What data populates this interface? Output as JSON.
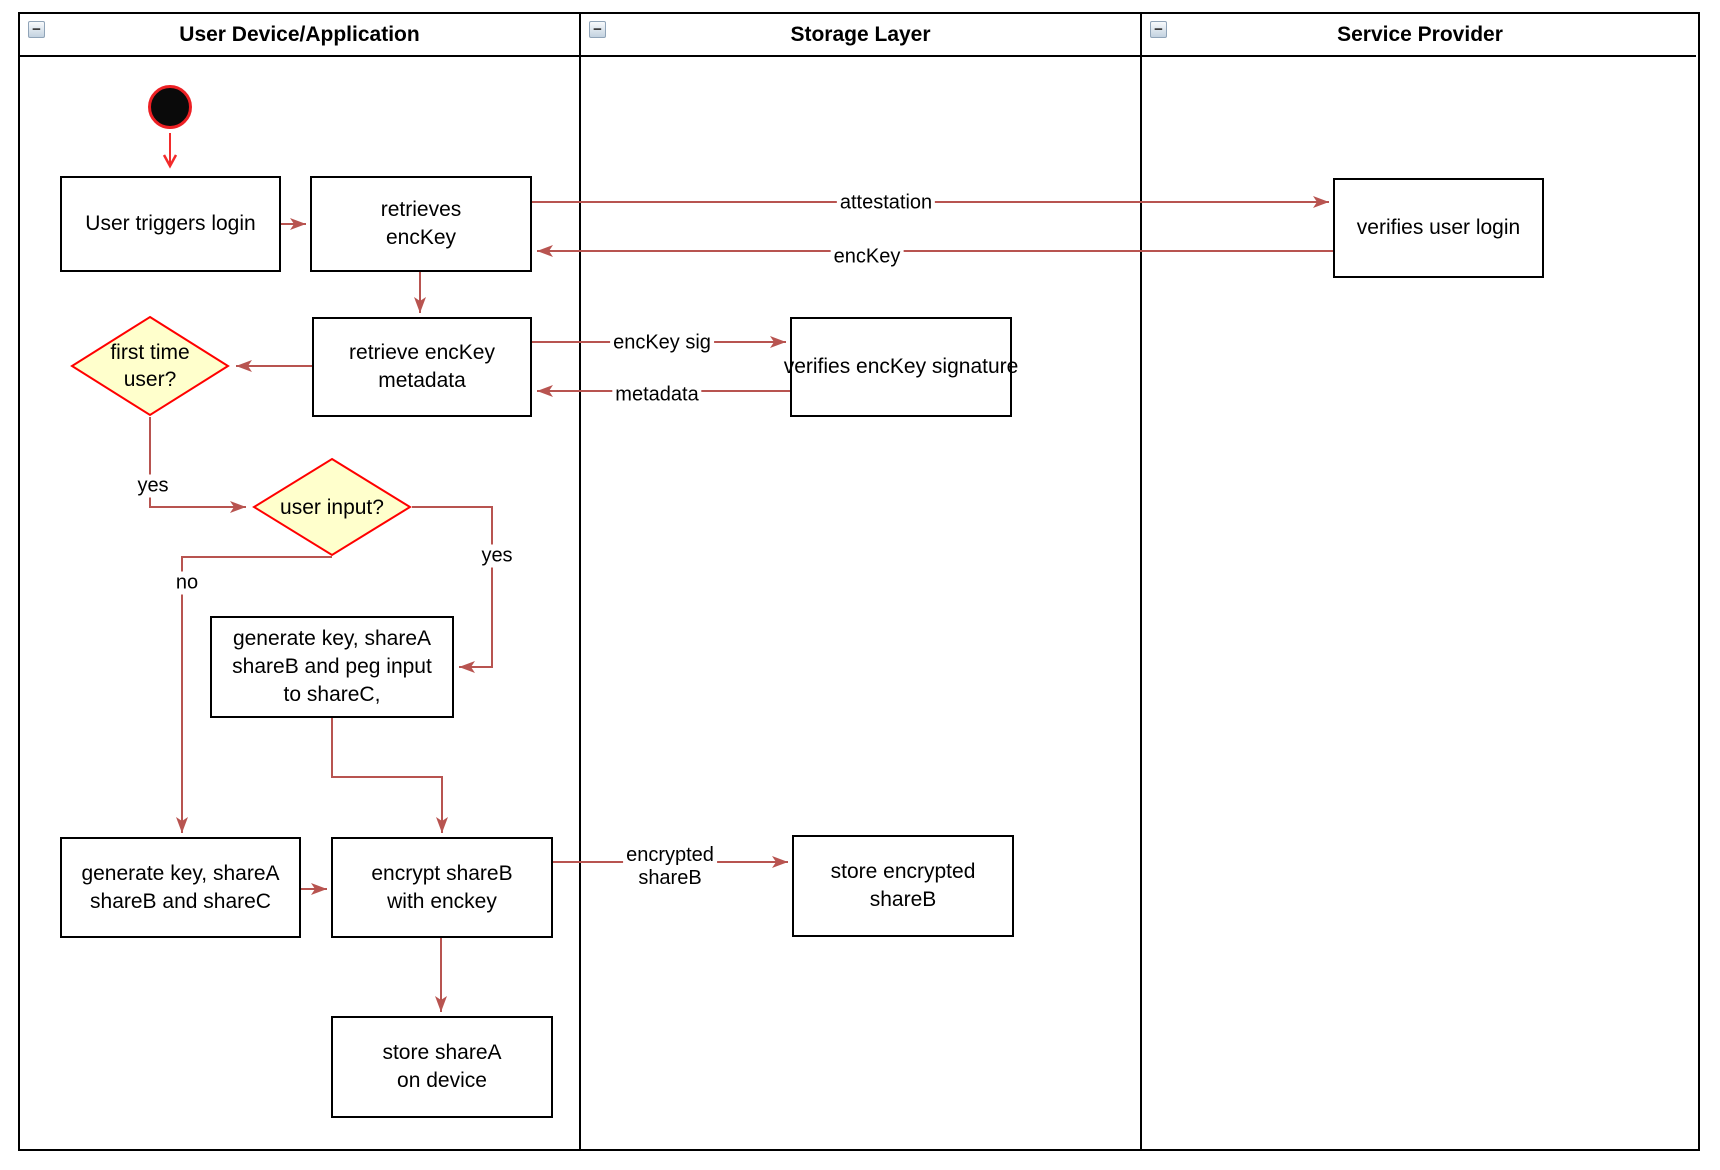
{
  "diagram": {
    "lanes": [
      {
        "title": "User Device/Application"
      },
      {
        "title": "Storage Layer"
      },
      {
        "title": "Service Provider"
      }
    ],
    "collapse_icon": "−",
    "nodes": {
      "user_triggers_login": "User triggers login",
      "retrieves_enckey": "retrieves\nencKey",
      "verifies_user_login": "verifies user login",
      "retrieve_enckey_metadata": "retrieve encKey\nmetadata",
      "verifies_enckey_signature": "verifies encKey signature",
      "first_time_user": "first time\nuser?",
      "user_input": "user input?",
      "generate_key_peg": "generate key, shareA\nshareB and peg input\nto shareC,",
      "generate_key_shares": "generate key, shareA\nshareB and shareC",
      "encrypt_shareb": "encrypt shareB\nwith enckey",
      "store_encrypted_shareb": "store encrypted\nshareB",
      "store_sharea": "store shareA\non device"
    },
    "edge_labels": {
      "attestation": "attestation",
      "enckey": "encKey",
      "enckey_sig": "encKey sig",
      "metadata": "metadata",
      "encrypted_shareb": "encrypted\nshareB",
      "yes_first_time": "yes",
      "no_user_input": "no",
      "yes_user_input": "yes"
    },
    "colors": {
      "connector": "#B85450",
      "start_accent": "#F22B2B",
      "decision_fill": "#FFFFCC",
      "decision_border": "#FF0000",
      "node_border": "#000000",
      "node_fill": "#FFFFFF"
    }
  }
}
